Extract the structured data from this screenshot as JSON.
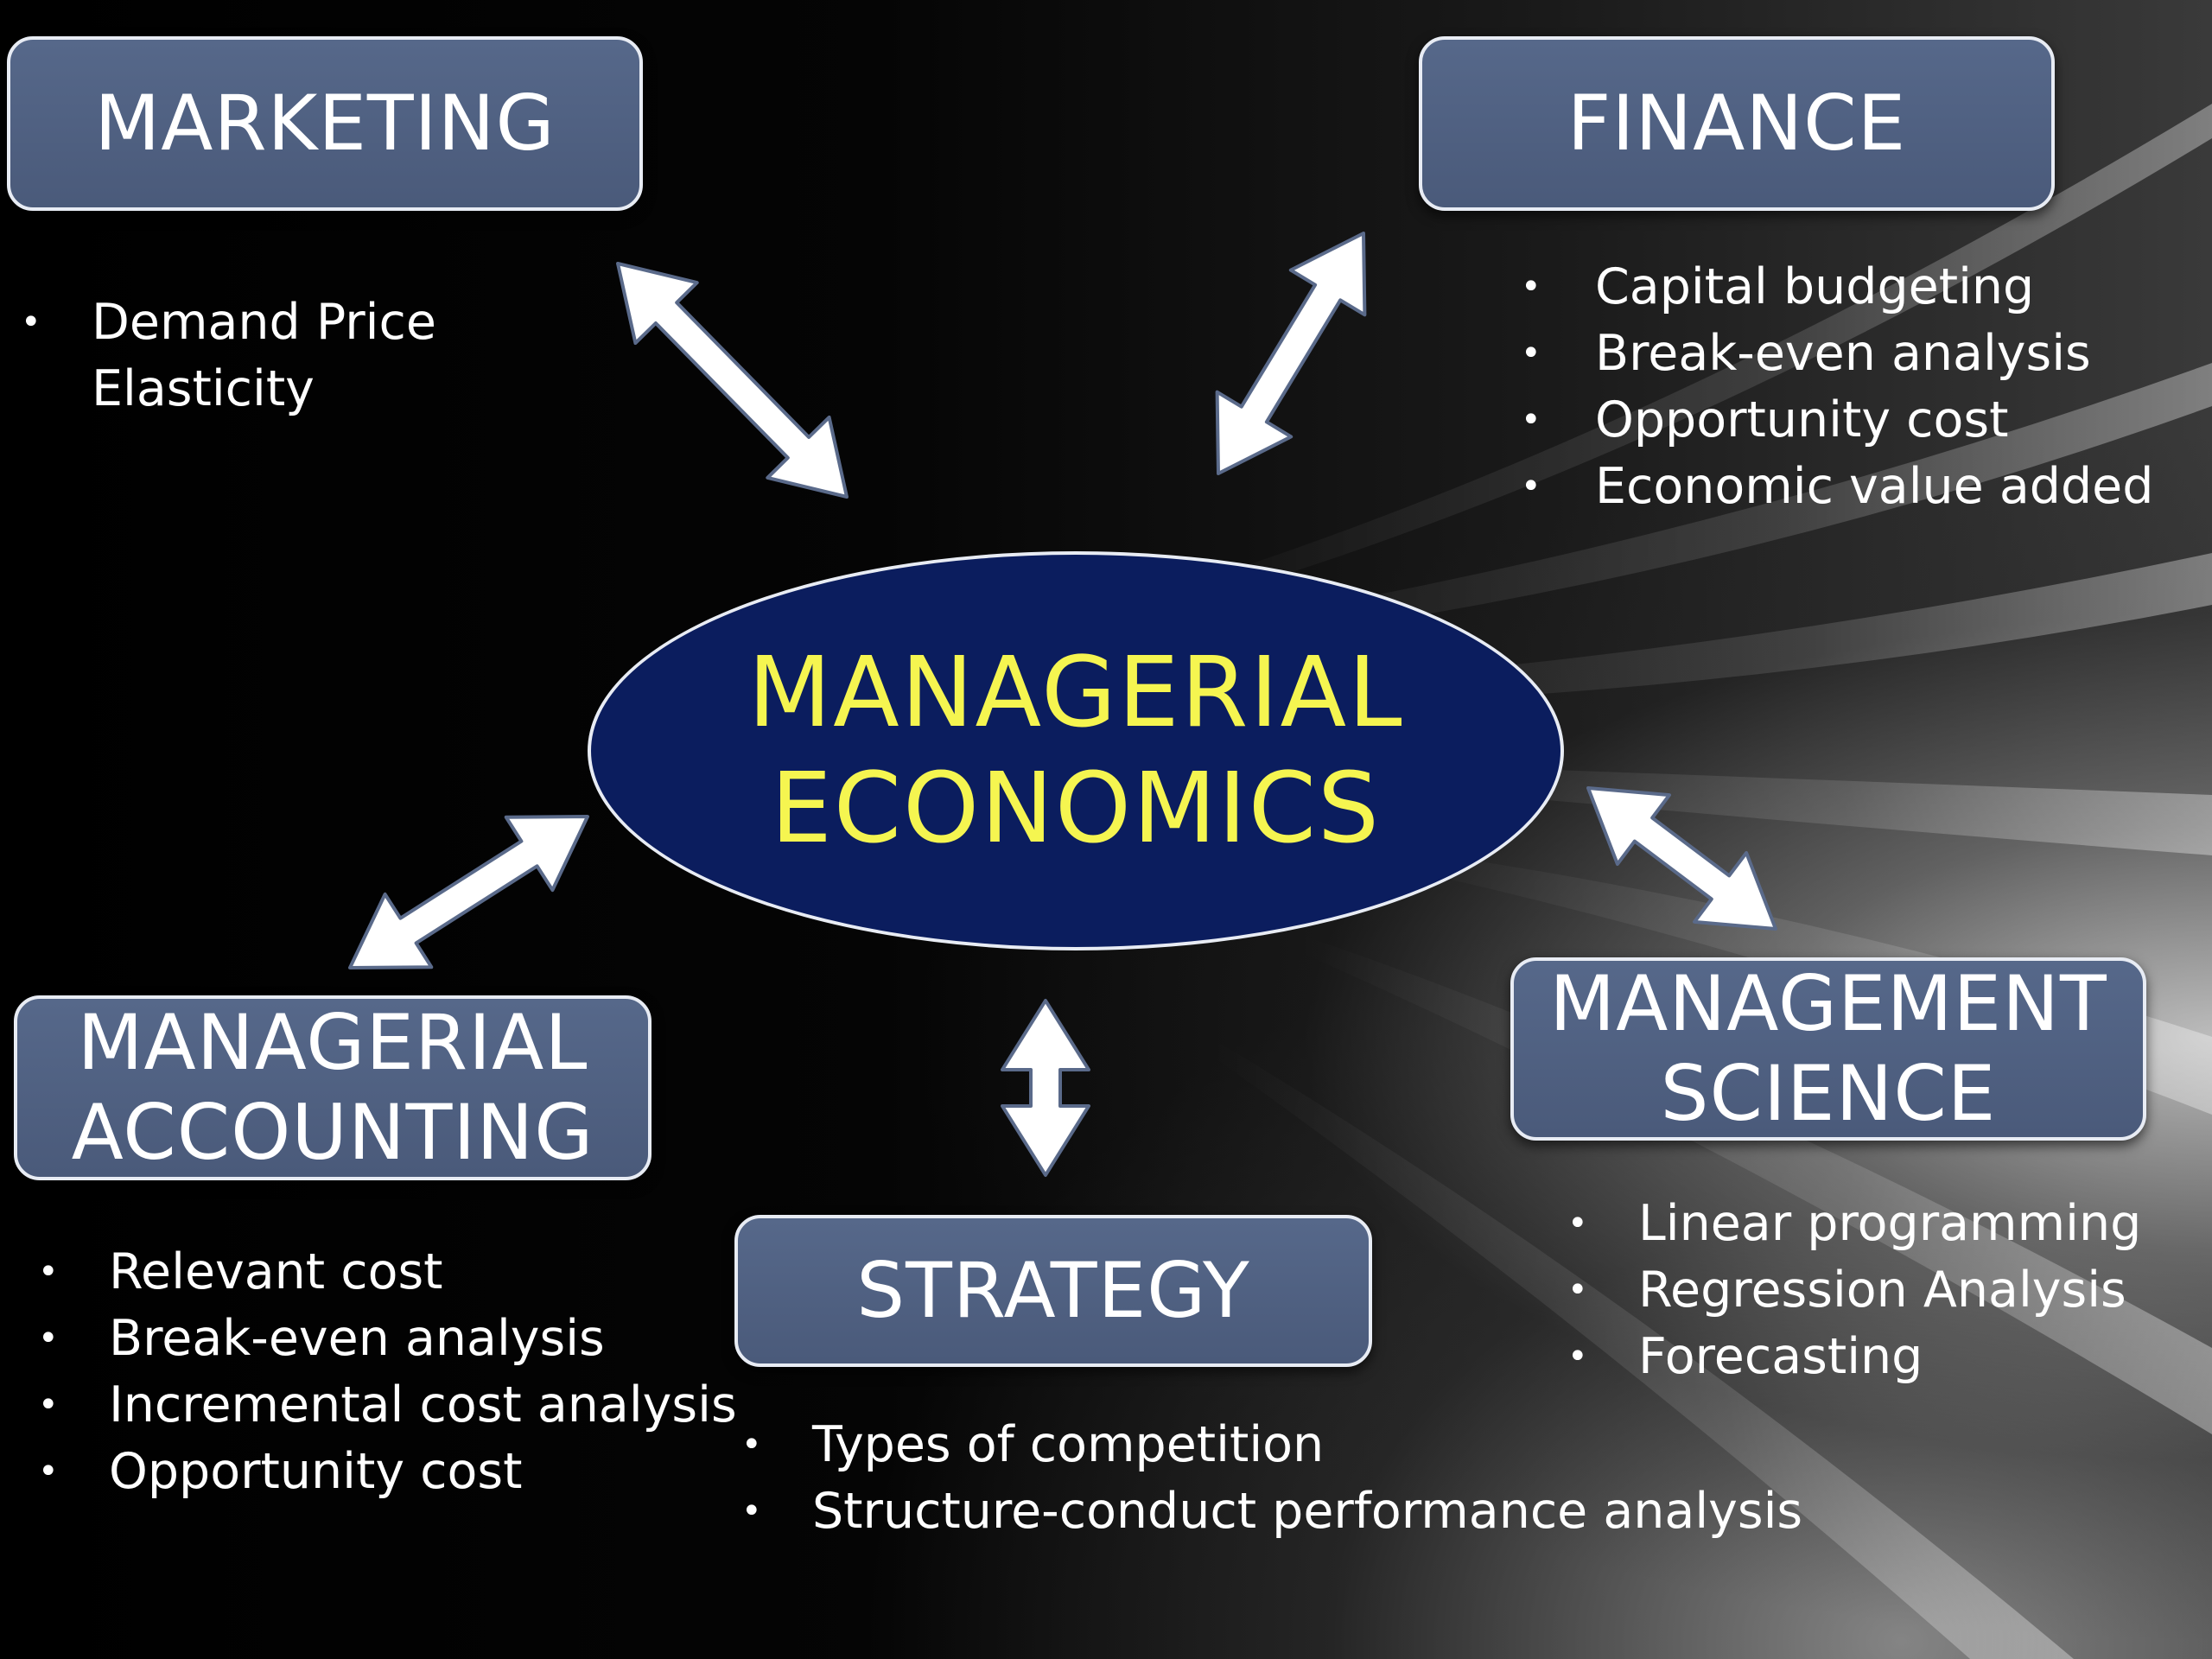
{
  "center": {
    "line1": "MANAGERIAL",
    "line2": "ECONOMICS"
  },
  "nodes": {
    "marketing": {
      "lines": [
        "MARKETING"
      ],
      "bullets": [
        "Demand  Price",
        "Elasticity"
      ]
    },
    "finance": {
      "lines": [
        "FINANCE"
      ],
      "bullets": [
        "Capital budgeting",
        "Break-even  analysis",
        "Opportunity  cost",
        "Economic value added"
      ]
    },
    "accounting": {
      "lines": [
        "MANAGERIAL",
        "ACCOUNTING"
      ],
      "bullets": [
        "Relevant cost",
        "Break-even  analysis",
        "Incremental cost analysis",
        "Opportunity cost"
      ]
    },
    "strategy": {
      "lines": [
        "STRATEGY"
      ],
      "bullets": [
        "Types of competition",
        "Structure-conduct  performance analysis"
      ]
    },
    "science": {
      "lines": [
        "MANAGEMENT",
        "SCIENCE"
      ],
      "bullets": [
        "Linear programming",
        "Regression Analysis",
        "Forecasting"
      ]
    }
  },
  "colors": {
    "center_fill": "#0b1d5e",
    "center_text": "#f5f550",
    "box_fill": "#4e5f80",
    "box_border": "#e8ecf4",
    "arrow_fill": "#ffffff",
    "arrow_stroke": "#5a6a8a"
  },
  "icons": {
    "connector": "double-arrow-icon",
    "bullet": "bullet-dot"
  }
}
